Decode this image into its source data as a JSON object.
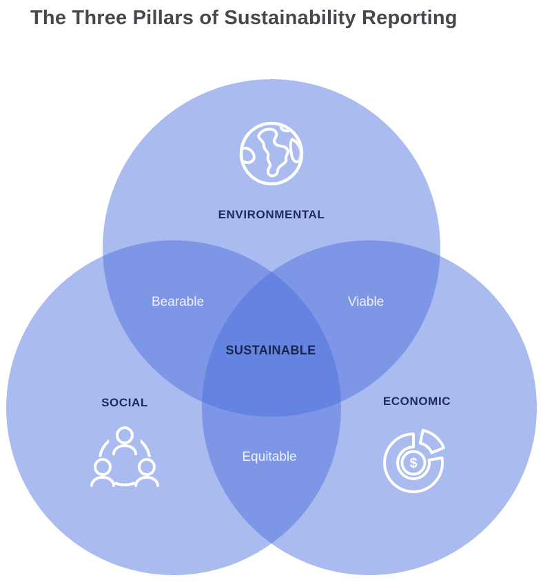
{
  "title": "The Three Pillars of Sustainability Reporting",
  "diagram": {
    "type": "venn-3",
    "colors": {
      "circle_fill": "#4A6FDD",
      "pillar_label": "#1C2B5C",
      "overlap_label": "#EEF2FE",
      "title_text": "#46484D",
      "icon_stroke": "#FFFFFF"
    },
    "pillars": [
      {
        "id": "environmental",
        "label": "ENVIRONMENTAL",
        "icon": "globe-icon",
        "position": "top"
      },
      {
        "id": "social",
        "label": "SOCIAL",
        "icon": "people-group-icon",
        "position": "bottom-left"
      },
      {
        "id": "economic",
        "label": "ECONOMIC",
        "icon": "pie-chart-dollar-icon",
        "position": "bottom-right"
      }
    ],
    "overlaps": [
      {
        "between": [
          "environmental",
          "social"
        ],
        "label": "Bearable"
      },
      {
        "between": [
          "environmental",
          "economic"
        ],
        "label": "Viable"
      },
      {
        "between": [
          "social",
          "economic"
        ],
        "label": "Equitable"
      },
      {
        "between": [
          "environmental",
          "social",
          "economic"
        ],
        "label": "SUSTAINABLE"
      }
    ],
    "icon_glyphs": {
      "dollar_sign": "$"
    }
  }
}
